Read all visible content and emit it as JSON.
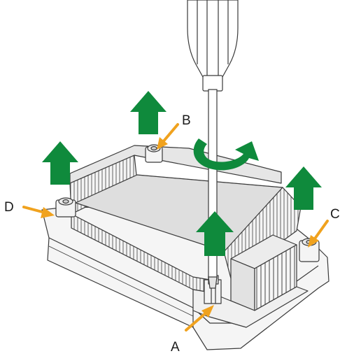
{
  "callouts": {
    "a": "A",
    "b": "B",
    "c": "C",
    "d": "D"
  },
  "colors": {
    "lift_arrow": "#0f8a3c",
    "rotate_arrow": "#0f8a3c",
    "callout_arrow": "#f0a21e",
    "line": "#3a3a3a",
    "heatsink_top": "#dcdcdc",
    "metal": "#f2f2f2",
    "background": "#ffffff"
  },
  "icons": {
    "lift_arrows": "up-arrow-icon",
    "rotation": "clockwise-rotate-icon",
    "tool": "screwdriver-icon"
  }
}
